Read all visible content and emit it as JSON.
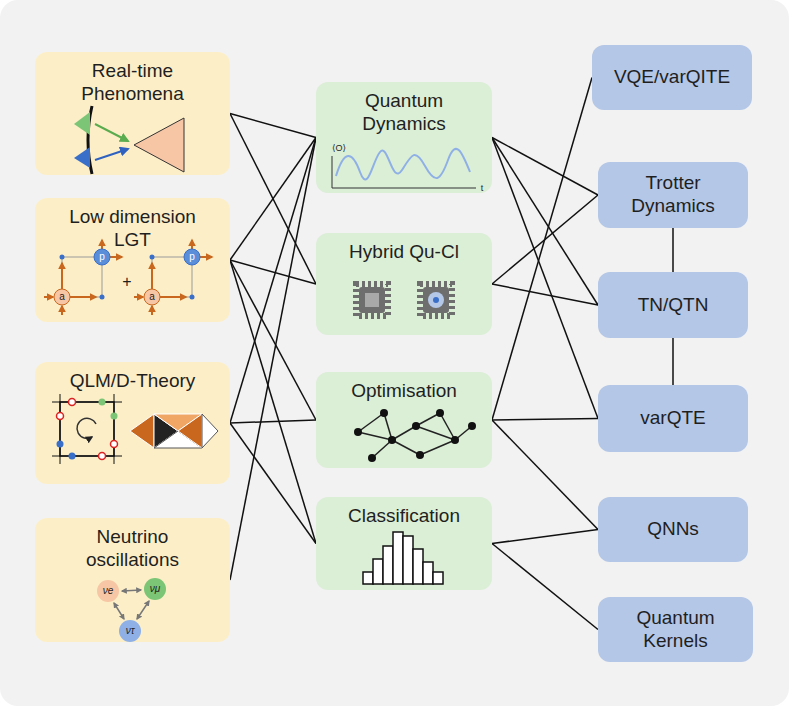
{
  "diagram": {
    "nodes": [
      {
        "text": [
          "Real-time Phenomena"
        ]
      },
      {
        "text": [
          "Low dimension LGT"
        ]
      },
      {
        "text": [
          "QLM/D-Theory"
        ]
      },
      {
        "text": [
          "Neutrino oscillations"
        ]
      },
      {
        "text": [
          "Quantum Dynamics"
        ]
      },
      {
        "text": [
          "Hybrid Qu-Cl"
        ]
      },
      {
        "text": [
          "Optimisation"
        ]
      },
      {
        "text": [
          "Classification"
        ]
      },
      {
        "text": [
          "VQE/varQITE"
        ]
      },
      {
        "text": [
          "Trotter Dynamics"
        ]
      },
      {
        "text": [
          "TN/QTN"
        ]
      },
      {
        "text": [
          "varQTE"
        ]
      },
      {
        "text": [
          "QNNs"
        ]
      },
      {
        "text": [
          "Quantum Kernels"
        ]
      }
    ],
    "edges": [
      {
        "from": 0,
        "to": 4,
        "arrow": "none"
      },
      {
        "from": 0,
        "to": 5,
        "arrow": "none"
      },
      {
        "from": 1,
        "to": 4,
        "arrow": "none"
      },
      {
        "from": 1,
        "to": 5,
        "arrow": "none"
      },
      {
        "from": 1,
        "to": 6,
        "arrow": "none"
      },
      {
        "from": 1,
        "to": 7,
        "arrow": "none"
      },
      {
        "from": 2,
        "to": 4,
        "arrow": "none"
      },
      {
        "from": 2,
        "to": 6,
        "arrow": "none"
      },
      {
        "from": 2,
        "to": 7,
        "arrow": "none"
      },
      {
        "from": 3,
        "to": 4,
        "arrow": "none"
      },
      {
        "from": 4,
        "to": 9,
        "arrow": "none"
      },
      {
        "from": 4,
        "to": 10,
        "arrow": "none"
      },
      {
        "from": 4,
        "to": 11,
        "arrow": "none"
      },
      {
        "from": 5,
        "to": 9,
        "arrow": "none"
      },
      {
        "from": 5,
        "to": 10,
        "arrow": "none"
      },
      {
        "from": 6,
        "to": 8,
        "arrow": "none"
      },
      {
        "from": 6,
        "to": 11,
        "arrow": "none"
      },
      {
        "from": 6,
        "to": 12,
        "arrow": "none"
      },
      {
        "from": 7,
        "to": 12,
        "arrow": "none"
      },
      {
        "from": 7,
        "to": 13,
        "arrow": "none"
      },
      {
        "from": 9,
        "to": 10,
        "arrow": "none"
      },
      {
        "from": 10,
        "to": 11,
        "arrow": "none"
      }
    ],
    "labels": [
      "p",
      "a",
      "+",
      "p",
      "a",
      "⟨O⟩",
      "t",
      "νe",
      "νμ",
      "ντ"
    ]
  }
}
